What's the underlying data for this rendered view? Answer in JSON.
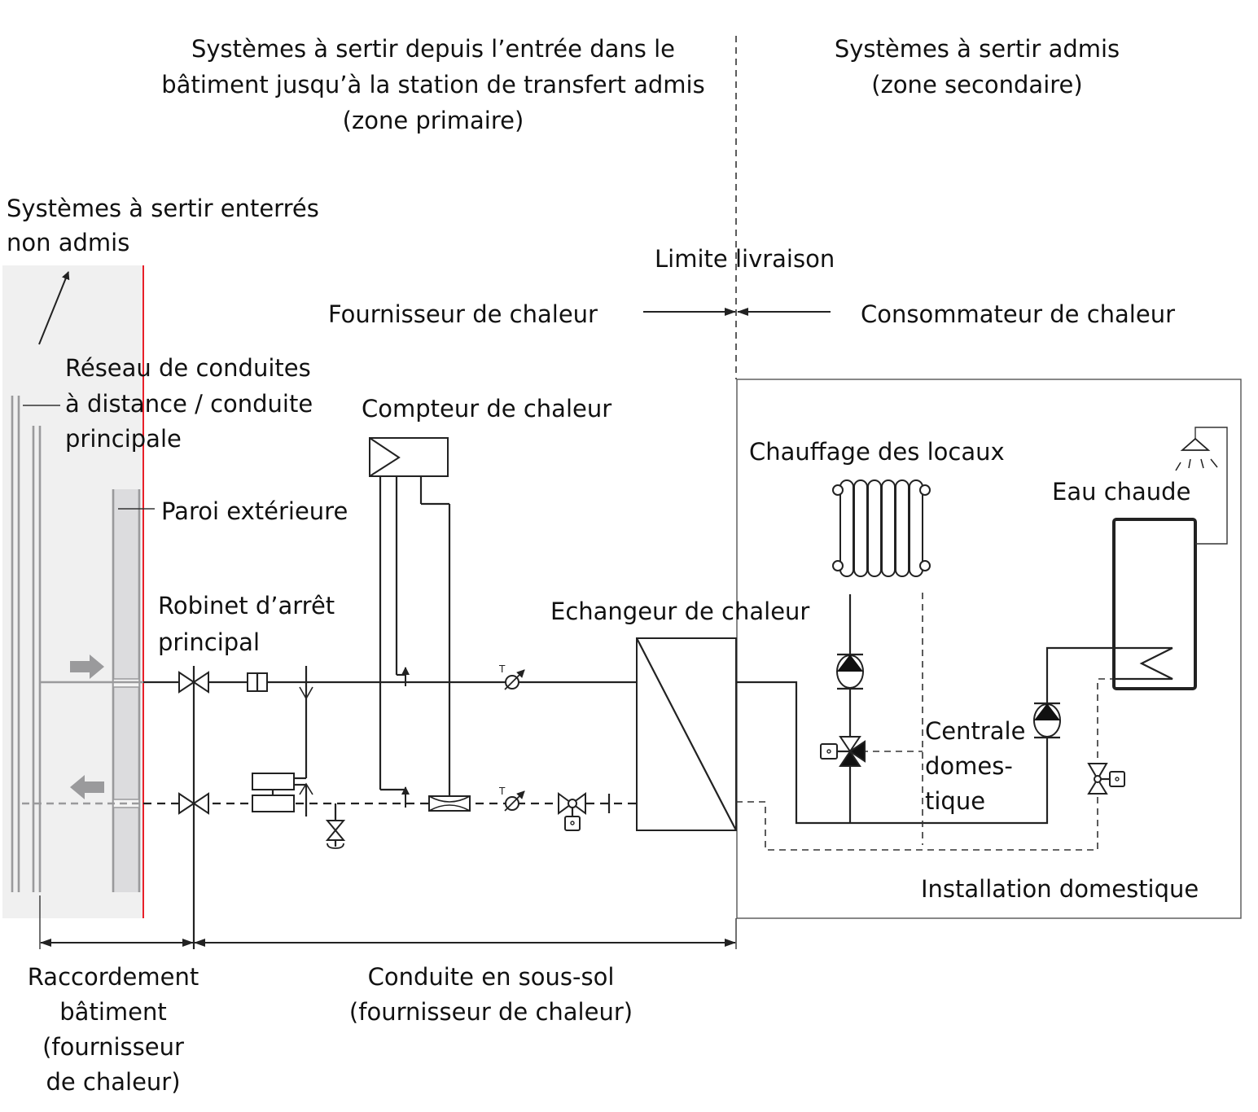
{
  "zones": {
    "primary": [
      "Systèmes à sertir depuis l’entrée dans le",
      "bâtiment jusqu’à la station de transfert admis",
      "(zone primaire)"
    ],
    "secondary": [
      "Systèmes à sertir admis",
      "(zone secondaire)"
    ],
    "buried": [
      "Systèmes à sertir enterrés",
      "non admis"
    ]
  },
  "delivery_limit": {
    "label": "Limite livraison",
    "supplier": "Fournisseur de chaleur",
    "consumer": "Consommateur de chaleur"
  },
  "components": {
    "network": [
      "Réseau de conduites",
      "à distance / conduite",
      "principale"
    ],
    "outer_wall": "Paroi extérieure",
    "main_valve": [
      "Robinet d’arrêt",
      "principal"
    ],
    "heat_meter": "Compteur de chaleur",
    "heat_exchanger": "Echangeur de chaleur",
    "space_heating": "Chauffage des locaux",
    "hot_water": "Eau chaude",
    "home_central": [
      "Centrale",
      "domes-",
      "tique"
    ],
    "home_installation": "Installation domestique",
    "temp_sensor_label": "T"
  },
  "dimensions": {
    "building_connection": [
      "Raccordement",
      "bâtiment",
      "(fournisseur",
      "de chaleur)"
    ],
    "basement_pipe": [
      "Conduite en sous-sol",
      "(fournisseur de chaleur)"
    ]
  },
  "colors": {
    "wall_boundary": "#e8202a",
    "ground_zone": "#f0f0f0",
    "wall_fill": "#dcdcde",
    "grey_pipe": "#9a9a9c",
    "line": "#222222"
  }
}
